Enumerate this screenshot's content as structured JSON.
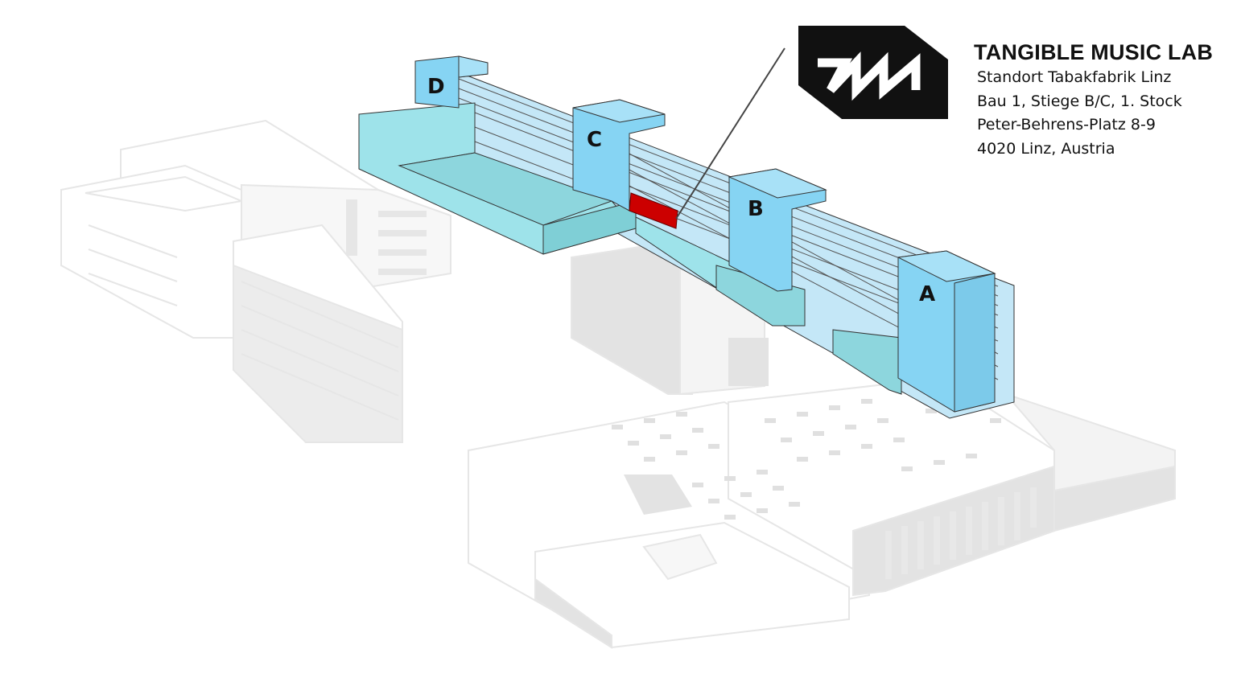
{
  "lab": {
    "name": "TANGIBLE MUSIC LAB",
    "address_lines": [
      "Standort Tabakfabrik Linz",
      "Bau 1, Stiege B/C, 1. Stock",
      "Peter-Behrens-Platz 8-9",
      "4020 Linz, Austria"
    ]
  },
  "wings": [
    {
      "label": "D"
    },
    {
      "label": "C"
    },
    {
      "label": "B"
    },
    {
      "label": "A"
    }
  ],
  "logo": {
    "icon": "tml-logo-icon",
    "color": "#111111"
  },
  "colors": {
    "building_fill": "#9ee3ea",
    "building_light": "#c4e7f7",
    "tower_fill": "#86d4f3",
    "lab_marker": "#cc0000",
    "context_buildings": "#e3e3e3"
  }
}
